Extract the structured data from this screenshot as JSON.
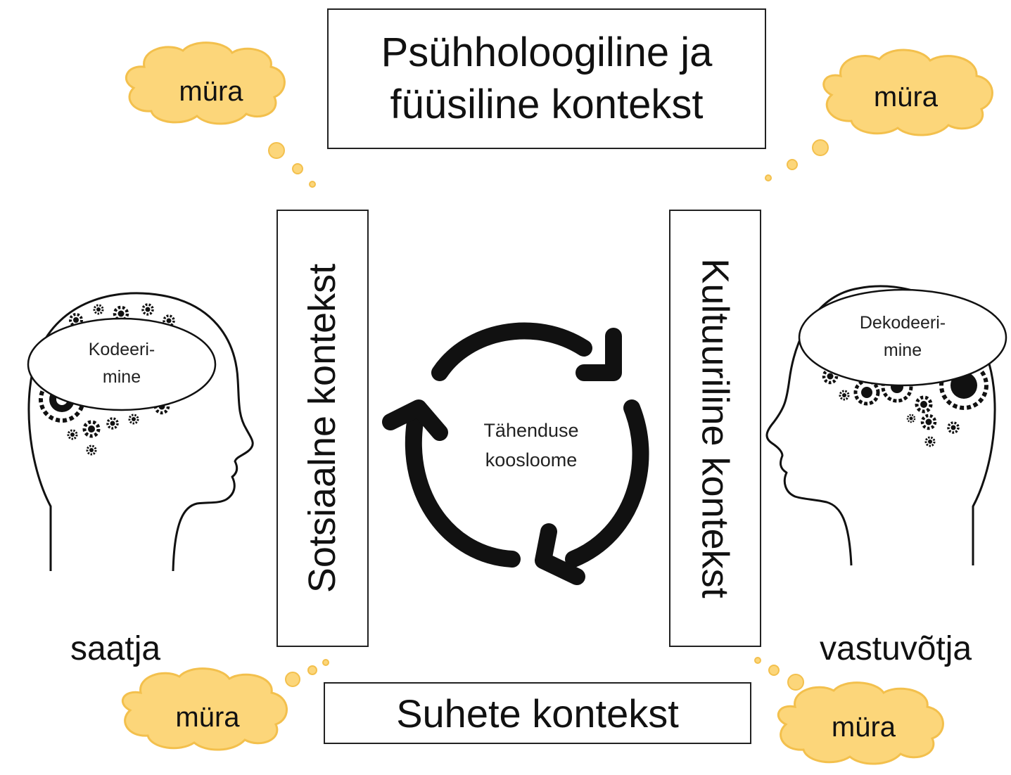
{
  "contexts": {
    "top": [
      "Psühholoogiline ja",
      "füüsiline kontekst"
    ],
    "left": "Sotsiaalne kontekst",
    "right": "Kultuuriline kontekst",
    "bottom": "Suhete kontekst"
  },
  "center": [
    "Tähenduse",
    "koosloome"
  ],
  "sender": {
    "label": "saatja",
    "process": [
      "Kodeeri-",
      "mine"
    ]
  },
  "receiver": {
    "label": "vastuvõtja",
    "process": [
      "Dekodeeri-",
      "mine"
    ]
  },
  "noise": {
    "label": "müra"
  },
  "colors": {
    "cloud_fill": "#fcd67a",
    "cloud_stroke": "#f3c04d",
    "line": "#111111"
  }
}
